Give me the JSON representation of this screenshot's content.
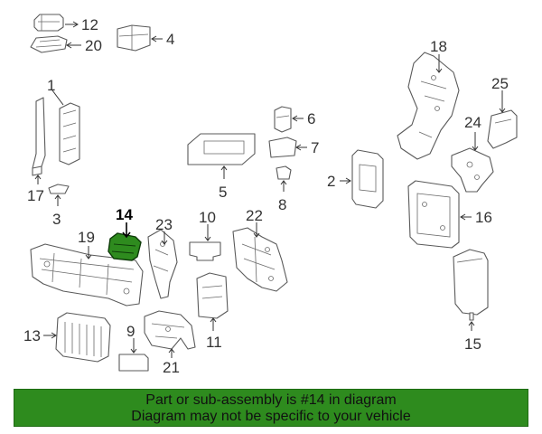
{
  "callouts": {
    "n1": "1",
    "n2": "2",
    "n3": "3",
    "n4": "4",
    "n5": "5",
    "n6": "6",
    "n7": "7",
    "n8": "8",
    "n9": "9",
    "n10": "10",
    "n11": "11",
    "n12": "12",
    "n13": "13",
    "n14": "14",
    "n15": "15",
    "n16": "16",
    "n17": "17",
    "n18": "18",
    "n19": "19",
    "n20": "20",
    "n21": "21",
    "n22": "22",
    "n23": "23",
    "n24": "24",
    "n25": "25"
  },
  "highlighted_part": "14",
  "colors": {
    "highlight": "#2e8b1e",
    "banner": "#2e8b1e",
    "text": "#111111"
  },
  "banner": {
    "line1": "Part or sub-assembly is #14 in diagram",
    "line2": "Diagram may not be specific to your vehicle"
  }
}
